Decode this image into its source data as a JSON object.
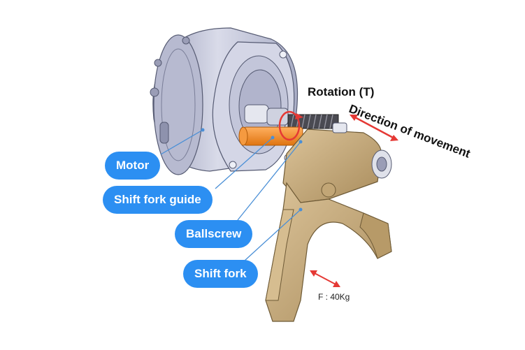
{
  "labels": {
    "motor": "Motor",
    "shift_fork_guide": "Shift fork guide",
    "ballscrew": "Ballscrew",
    "shift_fork": "Shift fork",
    "rotation": "Rotation (T)",
    "direction": "Direction of movement",
    "force": "F : 40Kg"
  },
  "colors": {
    "pill": "#2c8ff2",
    "leader": "#4a8fd6",
    "arrow": "#e53935",
    "fork": "#c9ad7c",
    "guide": "#f28c28",
    "motor": "#c4c7dc"
  }
}
